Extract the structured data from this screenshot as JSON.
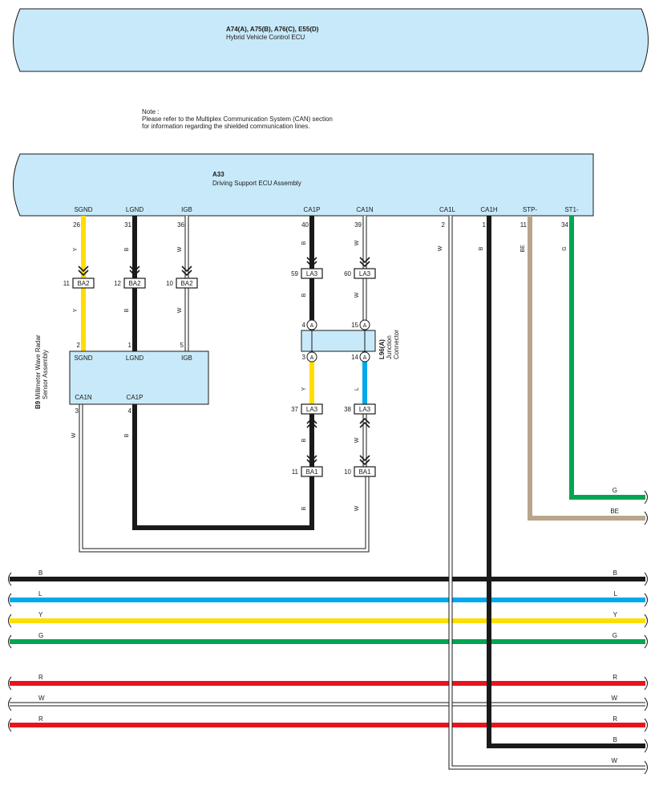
{
  "ecu_top": {
    "code": "A74(A), A75(B), A76(C), E55(D)",
    "name": "Hybrid Vehicle Control ECU"
  },
  "note": {
    "heading": "Note :",
    "line1": "Please refer to the Multiplex Communication System (CAN) section",
    "line2": "for information regarding the shielded communication lines."
  },
  "ecu_main": {
    "code": "A33",
    "name": "Driving Support ECU Assembly",
    "pins": [
      {
        "label": "SGND",
        "num": "26"
      },
      {
        "label": "LGND",
        "num": "31"
      },
      {
        "label": "IGB",
        "num": "36"
      },
      {
        "label": "CA1P",
        "num": "40"
      },
      {
        "label": "CA1N",
        "num": "39"
      },
      {
        "label": "CA1L",
        "num": "2"
      },
      {
        "label": "CA1H",
        "num": "1"
      },
      {
        "label": "STP-",
        "num": "11"
      },
      {
        "label": "ST1-",
        "num": "34"
      }
    ]
  },
  "radar": {
    "code": "B9",
    "name_line1": "Millimeter Wave Radar",
    "name_line2": "Sensor Assembly",
    "top_pins": [
      {
        "label": "SGND",
        "num": "2"
      },
      {
        "label": "LGND",
        "num": "1"
      },
      {
        "label": "IGB",
        "num": "5"
      }
    ],
    "bottom_pins": [
      {
        "label": "CA1N",
        "num": "3"
      },
      {
        "label": "CA1P",
        "num": "4"
      }
    ]
  },
  "junction": {
    "code": "L96(A)",
    "name_line1": "Junction",
    "name_line2": "Connector",
    "letter": "A",
    "pins": {
      "tl": "4",
      "tr": "15",
      "bl": "3",
      "br": "14"
    }
  },
  "connectors": [
    {
      "id": "BA2",
      "pin": "11"
    },
    {
      "id": "BA2",
      "pin": "12"
    },
    {
      "id": "BA2",
      "pin": "10"
    },
    {
      "id": "LA3",
      "pin": "59"
    },
    {
      "id": "LA3",
      "pin": "60"
    },
    {
      "id": "LA3",
      "pin": "37"
    },
    {
      "id": "LA3",
      "pin": "38"
    },
    {
      "id": "BA1",
      "pin": "11"
    },
    {
      "id": "BA1",
      "pin": "10"
    }
  ],
  "wire_colors": {
    "Y": "Y",
    "B": "B",
    "W": "W",
    "L": "L",
    "G": "G",
    "R": "R",
    "BE": "BE"
  },
  "bus_lines": [
    {
      "code": "B",
      "color": "#1a1a1a"
    },
    {
      "code": "L",
      "color": "#00a9e8"
    },
    {
      "code": "Y",
      "color": "#ffdd00"
    },
    {
      "code": "G",
      "color": "#00a651"
    },
    {
      "code": "R",
      "color": "#e8141c"
    },
    {
      "code": "W",
      "color": "#ffffff"
    },
    {
      "code": "R",
      "color": "#e8141c"
    }
  ],
  "right_labels": {
    "g": "G",
    "be": "BE",
    "b": "B",
    "w": "W"
  },
  "colors": {
    "ecu_fill": "#c8e9f9",
    "black": "#1a1a1a",
    "yellow": "#ffdd00",
    "blue": "#00a9e8",
    "green": "#00a651",
    "red": "#e8141c",
    "beige": "#b8a58c"
  }
}
